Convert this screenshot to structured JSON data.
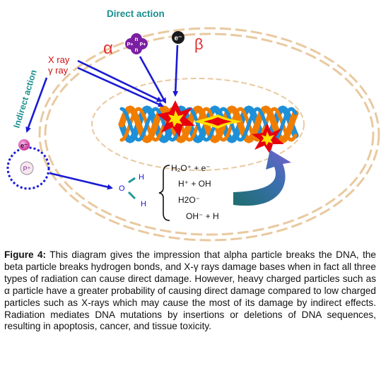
{
  "diagram": {
    "direct_action_label": "Direct action",
    "indirect_action_label": "Indirect action",
    "alpha_symbol": "α",
    "beta_symbol": "β",
    "electron_label": "e⁻",
    "xray_label": "X ray",
    "gamma_label": "γ ray",
    "alpha_particle": {
      "top": "n",
      "left": "P+",
      "right": "P+",
      "bottom": "n"
    },
    "atom_electron_label": "e⁻",
    "atom_proton_label": "P⁺",
    "water": {
      "o": "O",
      "h1": "H",
      "h2": "H"
    },
    "products": [
      "H₂O⁺ + e⁻",
      "H⁺ + OH",
      "H2O⁻",
      "OH⁻ + H"
    ]
  },
  "colors": {
    "direct_text": "#1b8f8f",
    "arrow_blue": "#1a1ad6",
    "cell_border": "#e9c9a0",
    "strand_orange": "#f07d00",
    "strand_blue": "#1e90d8",
    "explosion_red": "#e8000e",
    "explosion_yellow": "#ffe200",
    "alpha_purple": "#7b1fa2",
    "curve_arrow_teal": "#1e6e6e",
    "water_teal": "#1e9a9a",
    "greek_red": "#e03030"
  },
  "caption": {
    "label": "Figure 4:",
    "text": "This diagram gives the impression that alpha particle breaks the DNA, the beta particle breaks hydrogen bonds, and X-γ rays damage bases when in fact all three types of radiation can cause direct damage. However, heavy charged particles such as α particle have a greater probability of causing direct damage compared to low charged particles such as X-rays which may cause the most of its damage by indirect effects. Radiation mediates DNA mutations by insertions or deletions of DNA sequences, resulting in apoptosis, cancer, and tissue toxicity."
  }
}
